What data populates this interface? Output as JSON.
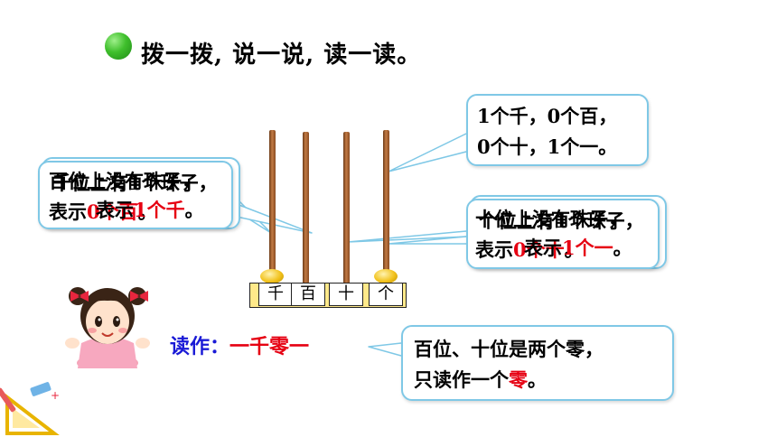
{
  "header": {
    "title": "拨一拨, 说一说, 读一读。"
  },
  "abacus": {
    "labels": [
      "千",
      "百",
      "十",
      "个"
    ]
  },
  "bubble_top_right": {
    "line1": "1个千，0个百，",
    "line2": "0个十，1个一。"
  },
  "bubble_left": {
    "a": {
      "line1": "百位上没有珠子，",
      "line2_prefix": "表示",
      "line2_red": "0个百",
      "line2_suffix": "。"
    },
    "b": {
      "line1": "千位上有1个珠子，",
      "line2_prefix": "表示",
      "line2_red": "1个千",
      "line2_suffix": "。"
    }
  },
  "bubble_right": {
    "a": {
      "line1": "十位上没有珠子，",
      "line2_prefix": "表示",
      "line2_red": "0个十",
      "line2_suffix": "。"
    },
    "b": {
      "line1": "个位上有1个珠子，",
      "line2_prefix": "表示",
      "line2_red": "1个一",
      "line2_suffix": "。"
    }
  },
  "reading": {
    "label": "读作：",
    "value": "一千零一"
  },
  "bubble_bottom": {
    "line1": "百位、十位是两个零，",
    "line2_prefix": "只读作一个",
    "line2_red": "零",
    "line2_suffix": "。"
  },
  "colors": {
    "accent_red": "#e60012",
    "bubble_border": "#7fc8e6",
    "reading_label": "#1a1ad6",
    "bead": "#f2c21c"
  }
}
